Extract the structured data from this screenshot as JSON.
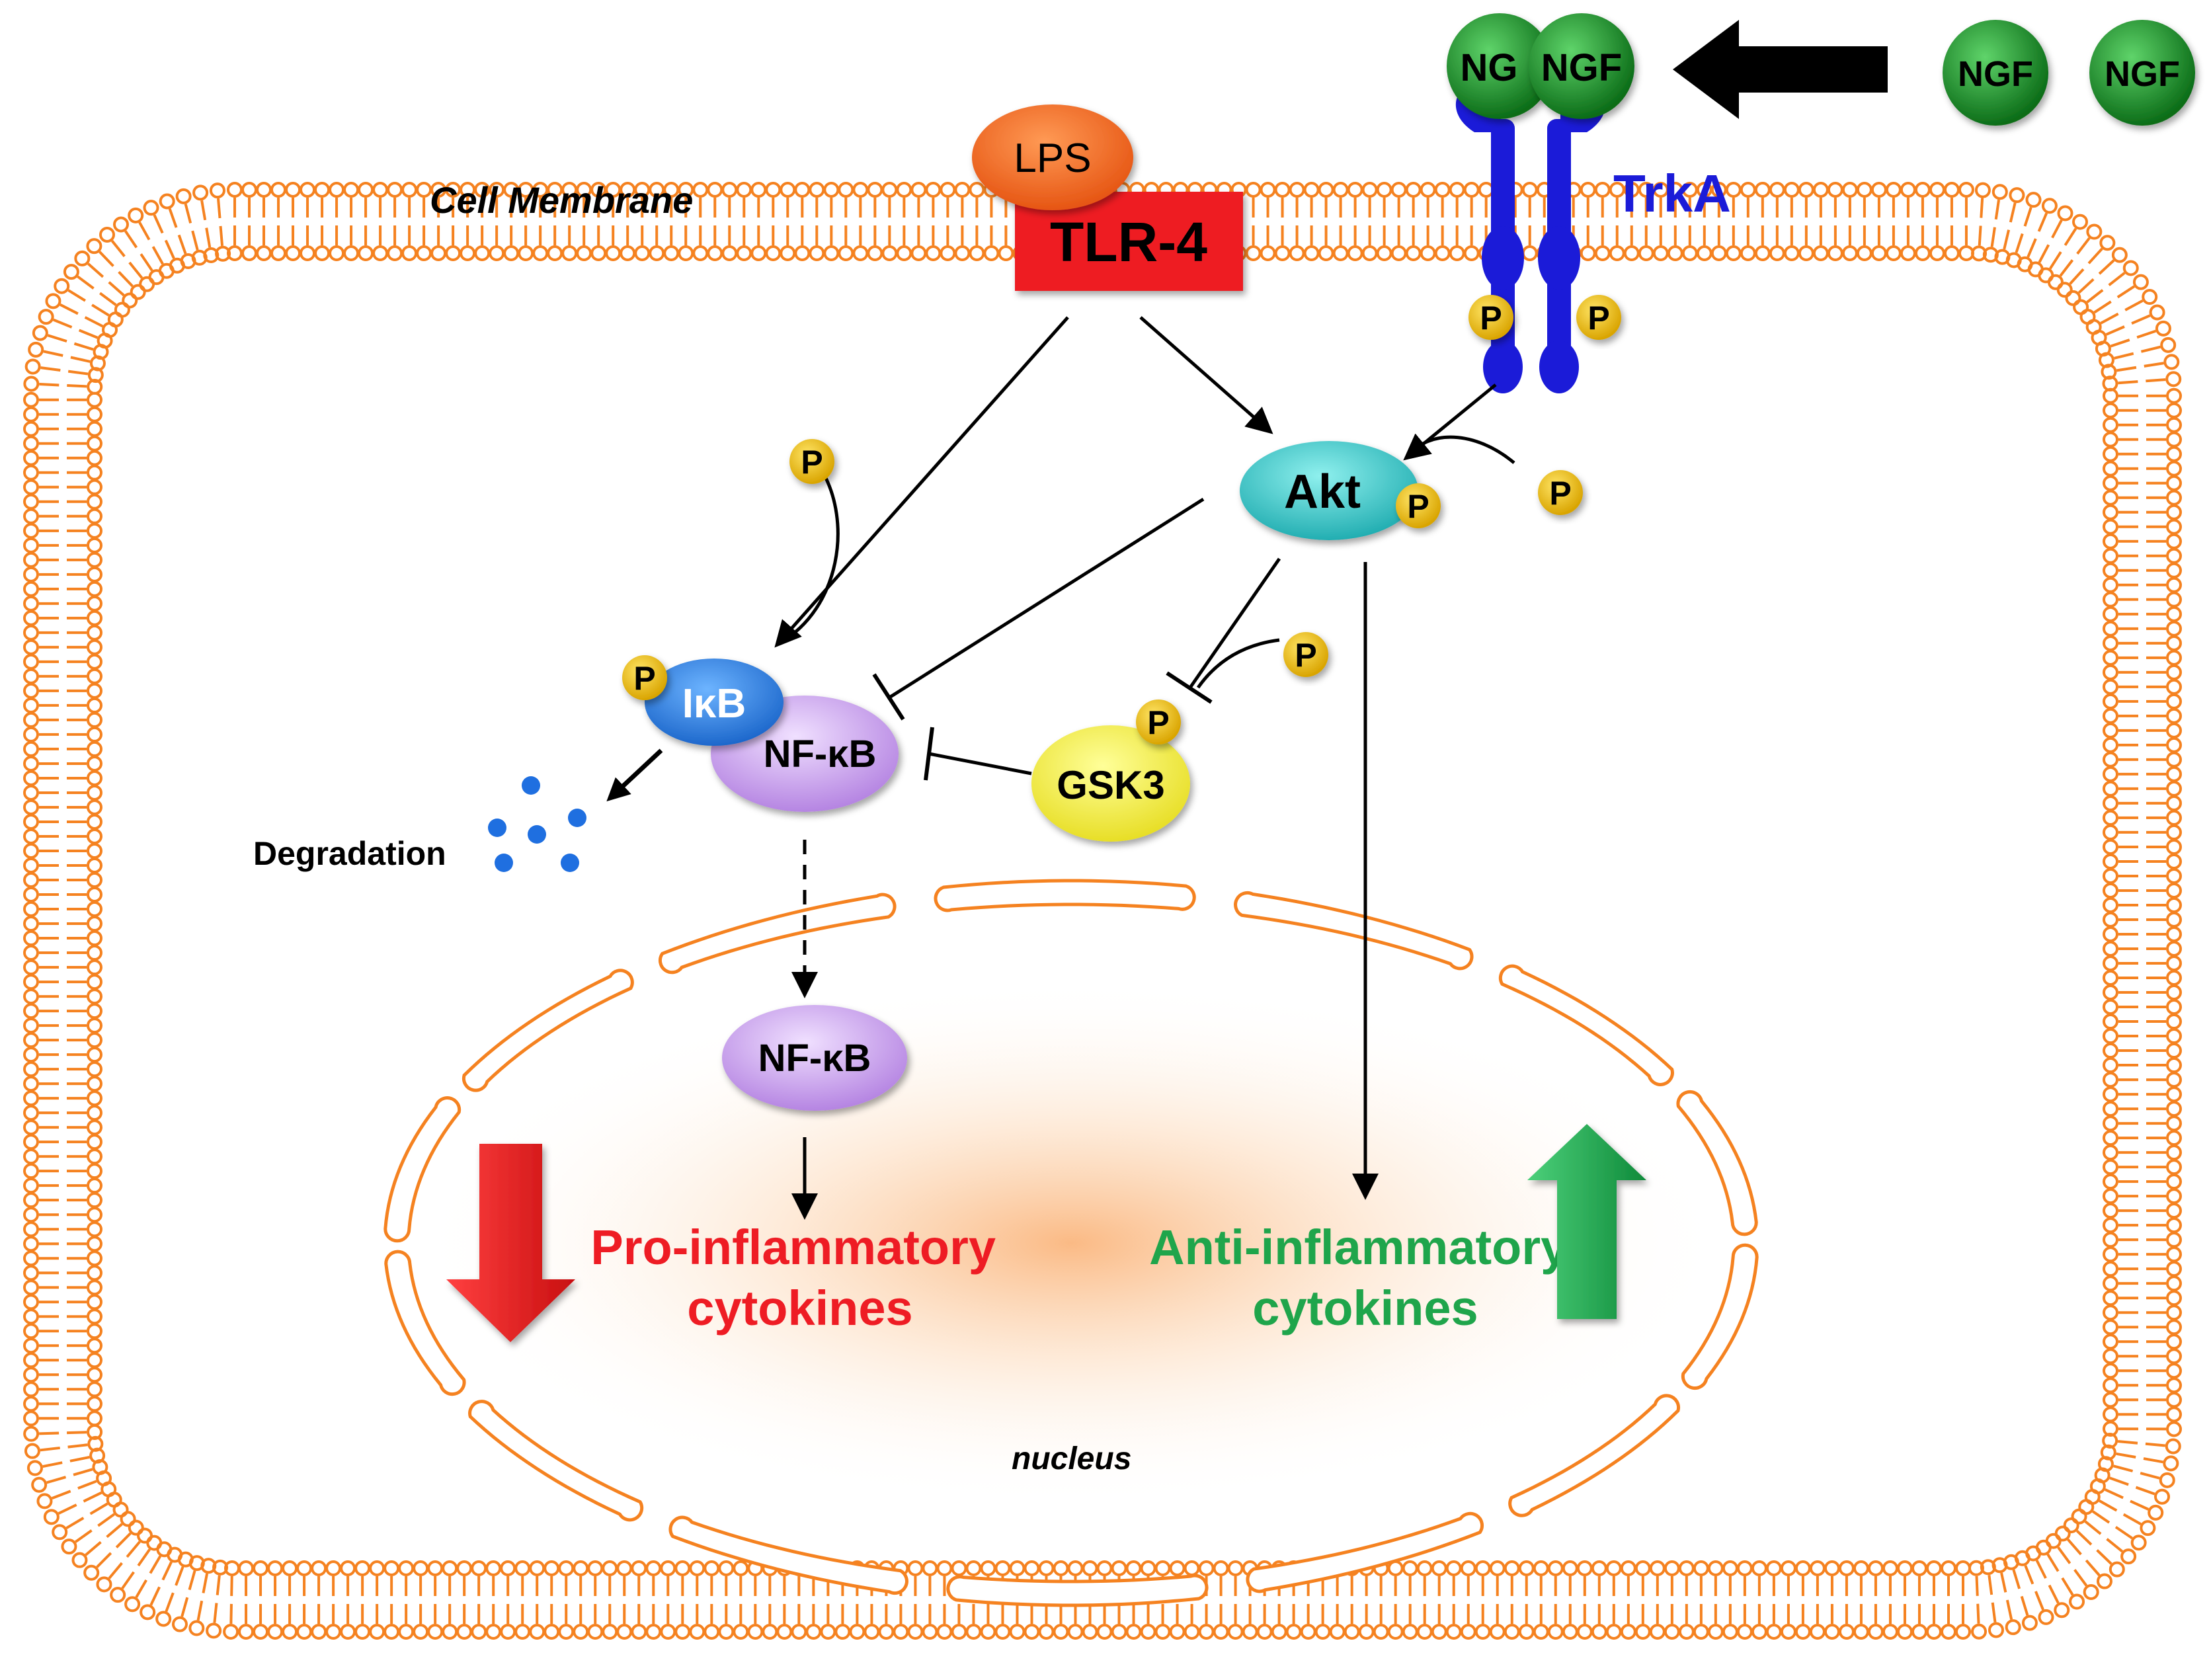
{
  "labels": {
    "cell_membrane": "Cell Membrane",
    "nucleus": "nucleus",
    "lps": "LPS",
    "tlr4": "TLR-4",
    "trka": "TrkA",
    "ngf_bound_left": "NG",
    "ngf_bound_right": "NGF",
    "ngf_free_1": "NGF",
    "ngf_free_2": "NGF",
    "akt": "Akt",
    "ikb": "IκB",
    "nfkb_cyto": "NF-κB",
    "nfkb_nucleus": "NF-κB",
    "gsk3": "GSK3",
    "degradation": "Degradation",
    "pro_line1": "Pro-inflammatory",
    "pro_line2": "cytokines",
    "anti_line1": "Anti-inflammatory",
    "anti_line2": "cytokines",
    "phospho": "P"
  },
  "colors": {
    "membrane": "#f58220",
    "tlr4": "#ee1c24",
    "lps": "#f26522",
    "ngf": "#1a9a2a",
    "trka": "#1b1bd8",
    "akt": "#36c6c8",
    "ikb": "#2b7fe0",
    "nfkb": "#c99ae8",
    "gsk3": "#f5f03a",
    "phospho": "#f7c600",
    "degradation_dots": "#1f6fe0",
    "pro_text": "#ee1c24",
    "anti_text": "#1fa54b",
    "down_arrow": "#ee1c24",
    "up_arrow": "#1fa54b"
  }
}
